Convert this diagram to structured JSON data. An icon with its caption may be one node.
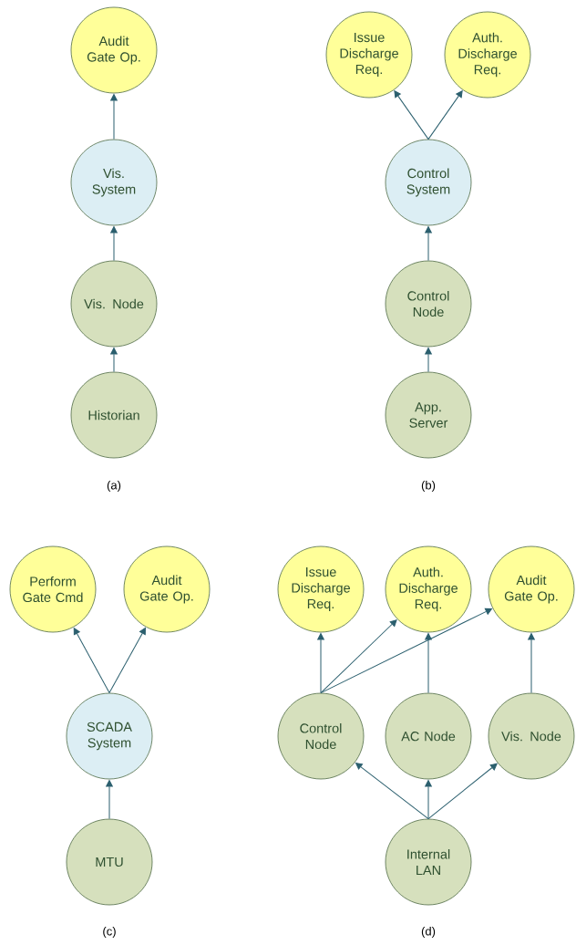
{
  "diagram": {
    "nodes": [
      {
        "text": [
          "Audit Gate Op."
        ]
      },
      {
        "text": [
          "Vis. System"
        ]
      },
      {
        "text": [
          "Vis. Node"
        ]
      },
      {
        "text": [
          "Historian"
        ]
      },
      {
        "text": [
          "Issue Discharge Req."
        ]
      },
      {
        "text": [
          "Auth. Discharge Req."
        ]
      },
      {
        "text": [
          "Control System"
        ]
      },
      {
        "text": [
          "Control Node"
        ]
      },
      {
        "text": [
          "App. Server"
        ]
      },
      {
        "text": [
          "Perform Gate Cmd"
        ]
      },
      {
        "text": [
          "Audit Gate Op."
        ]
      },
      {
        "text": [
          "SCADA System"
        ]
      },
      {
        "text": [
          "MTU"
        ]
      },
      {
        "text": [
          "Issue Discharge Req."
        ]
      },
      {
        "text": [
          "Auth. Discharge Req."
        ]
      },
      {
        "text": [
          "Audit Gate Op."
        ]
      },
      {
        "text": [
          "Control Node"
        ]
      },
      {
        "text": [
          "AC Node"
        ]
      },
      {
        "text": [
          "Vis. Node"
        ]
      },
      {
        "text": [
          "Internal LAN"
        ]
      }
    ],
    "edges": [
      {
        "from": 1,
        "to": 0,
        "arrow": "to"
      },
      {
        "from": 2,
        "to": 1,
        "arrow": "to"
      },
      {
        "from": 3,
        "to": 2,
        "arrow": "to"
      },
      {
        "from": 6,
        "to": 4,
        "arrow": "to"
      },
      {
        "from": 6,
        "to": 5,
        "arrow": "to"
      },
      {
        "from": 7,
        "to": 6,
        "arrow": "to"
      },
      {
        "from": 8,
        "to": 7,
        "arrow": "to"
      },
      {
        "from": 11,
        "to": 9,
        "arrow": "to"
      },
      {
        "from": 11,
        "to": 10,
        "arrow": "to"
      },
      {
        "from": 12,
        "to": 11,
        "arrow": "to"
      },
      {
        "from": 16,
        "to": 13,
        "arrow": "to"
      },
      {
        "from": 16,
        "to": 14,
        "arrow": "to"
      },
      {
        "from": 16,
        "to": 15,
        "arrow": "to"
      },
      {
        "from": 17,
        "to": 14,
        "arrow": "to"
      },
      {
        "from": 18,
        "to": 15,
        "arrow": "to"
      },
      {
        "from": 19,
        "to": 16,
        "arrow": "to"
      },
      {
        "from": 19,
        "to": 17,
        "arrow": "to"
      },
      {
        "from": 19,
        "to": 18,
        "arrow": "to"
      }
    ],
    "labels": [
      "(a)",
      "(b)",
      "(c)",
      "(d)"
    ]
  }
}
